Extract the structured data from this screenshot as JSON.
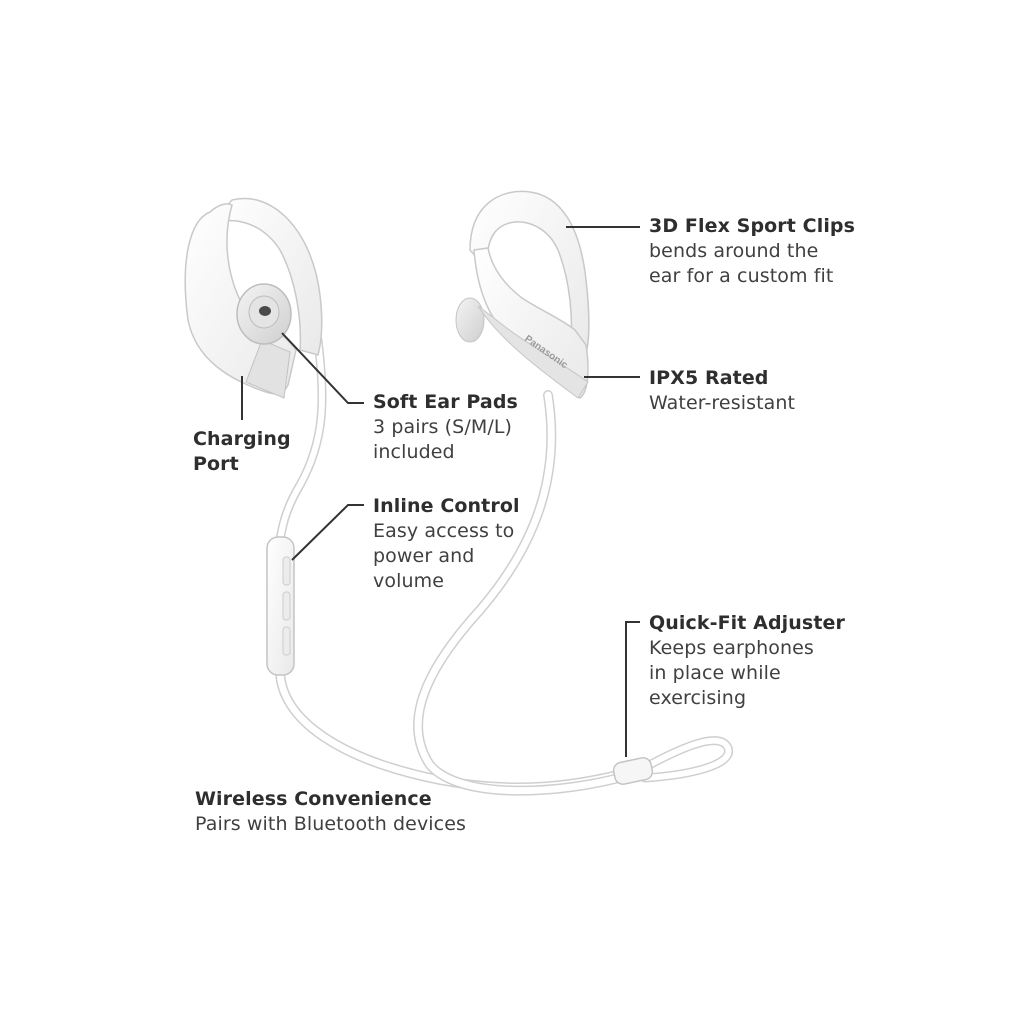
{
  "product": {
    "brand": "Panasonic",
    "colors": {
      "body": "#ffffff",
      "outline": "#c9c9c9",
      "shade": "#e6e6e6",
      "leader": "#333333"
    }
  },
  "callouts": {
    "flex_clips": {
      "title": "3D Flex Sport Clips",
      "desc": "bends around the\near for a custom fit"
    },
    "ipx5": {
      "title": "IPX5 Rated",
      "desc": "Water-resistant"
    },
    "ear_pads": {
      "title": "Soft Ear Pads",
      "desc": "3 pairs (S/M/L)\nincluded"
    },
    "charging": {
      "title": "Charging\nPort",
      "desc": ""
    },
    "inline_control": {
      "title": "Inline Control",
      "desc": "Easy access to\npower and\nvolume"
    },
    "quick_fit": {
      "title": "Quick-Fit Adjuster",
      "desc": "Keeps earphones\nin place while\nexercising"
    },
    "wireless": {
      "title": "Wireless Convenience",
      "desc": "Pairs with Bluetooth devices"
    }
  }
}
